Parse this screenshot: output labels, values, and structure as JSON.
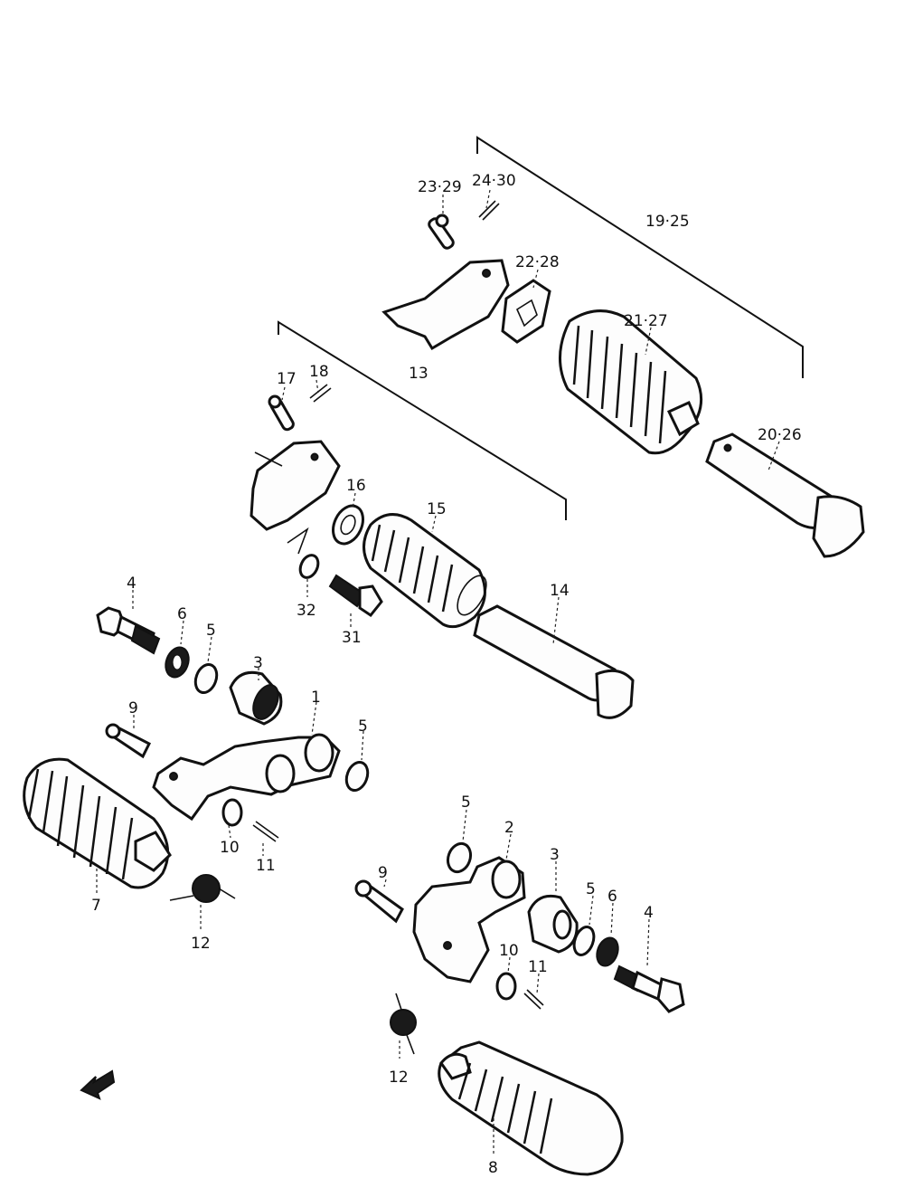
{
  "labels": {
    "p1": "1",
    "p2": "2",
    "p3a": "3",
    "p3b": "3",
    "p4a": "4",
    "p4b": "4",
    "p5a": "5",
    "p5b": "5",
    "p5c": "5",
    "p6a": "6",
    "p6b": "6",
    "p7": "7",
    "p8": "8",
    "p9a": "9",
    "p9b": "9",
    "p10a": "10",
    "p10b": "10",
    "p11a": "11",
    "p11b": "11",
    "p12a": "12",
    "p12b": "12",
    "p13": "13",
    "p14": "14",
    "p15": "15",
    "p16": "16",
    "p17": "17",
    "p18": "18",
    "p19_25": "19·25",
    "p20_26": "20·26",
    "p21_27": "21·27",
    "p22_28": "22·28",
    "p23_29": "23·29",
    "p24_30": "24·30",
    "p31": "31",
    "p32": "32"
  },
  "icons": {
    "front_arrow": "arrow-left-icon"
  },
  "colors": {
    "ink": "#111111",
    "paper": "#ffffff"
  }
}
